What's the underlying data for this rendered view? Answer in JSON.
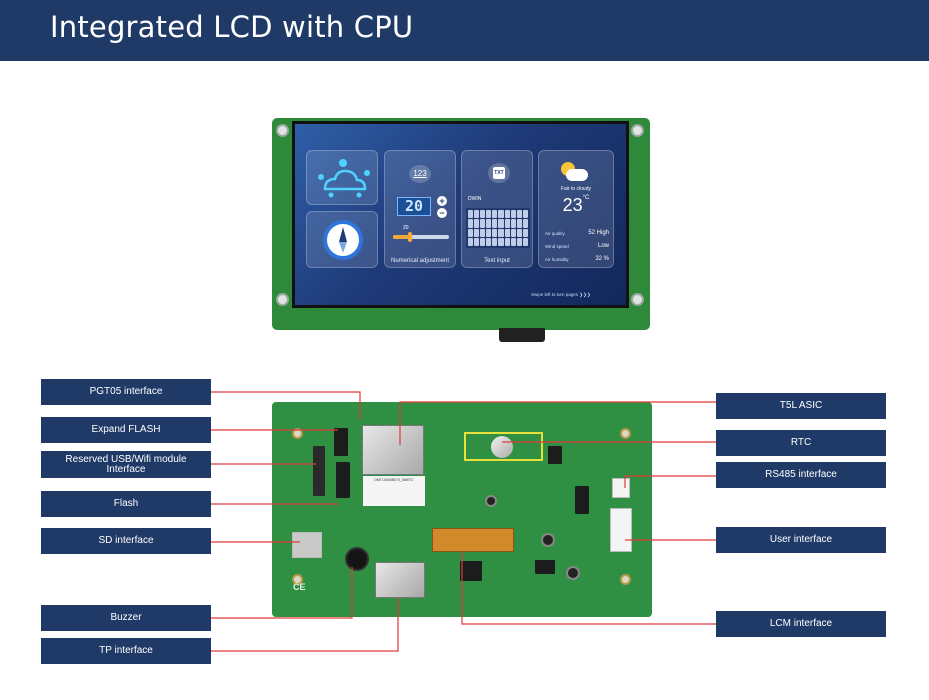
{
  "header": {
    "title": "Integrated LCD with CPU"
  },
  "screen": {
    "numeric_card": {
      "badge": "123",
      "value": "20",
      "plus": "+",
      "minus": "−",
      "slider_value": "20",
      "slider_fraction": 0.3,
      "label": "Numerical adjustment"
    },
    "text_card": {
      "badge": "TXT",
      "keyboard_title": "DWIN",
      "label": "Text input"
    },
    "weather_card": {
      "condition": "Fair to cloudy",
      "temperature": "23",
      "temperature_unit": "°C",
      "rows": [
        {
          "name": "Air quality",
          "value": "52 High"
        },
        {
          "name": "Wind speed",
          "value": "Low"
        },
        {
          "name": "Air humidity",
          "value": "32 %"
        }
      ]
    },
    "swipe_hint": "Swipe left to turn pages",
    "swipe_arrows": "❯❯❯"
  },
  "board": {
    "ce_mark": "CE",
    "module_text": "DMT10600B070_06WTC"
  },
  "callouts": {
    "left": [
      {
        "id": "pgt05",
        "label": "PGT05 interface"
      },
      {
        "id": "expand-flash",
        "label": "Expand FLASH"
      },
      {
        "id": "usb-wifi",
        "label": "Reserved USB/Wifi module Interface"
      },
      {
        "id": "flash",
        "label": "Flash"
      },
      {
        "id": "sd",
        "label": "SD interface"
      },
      {
        "id": "buzzer",
        "label": "Buzzer"
      },
      {
        "id": "tp",
        "label": "TP interface"
      }
    ],
    "right": [
      {
        "id": "t5l",
        "label": "T5L ASIC"
      },
      {
        "id": "rtc",
        "label": "RTC"
      },
      {
        "id": "rs485",
        "label": "RS485 interface"
      },
      {
        "id": "user",
        "label": "User interface"
      },
      {
        "id": "lcm",
        "label": "LCM interface"
      }
    ]
  },
  "colors": {
    "header_bg": "#203a68",
    "callout_bg": "#203a68",
    "leader_line": "#e03a3a",
    "pcb_green": "#2f8f43"
  }
}
